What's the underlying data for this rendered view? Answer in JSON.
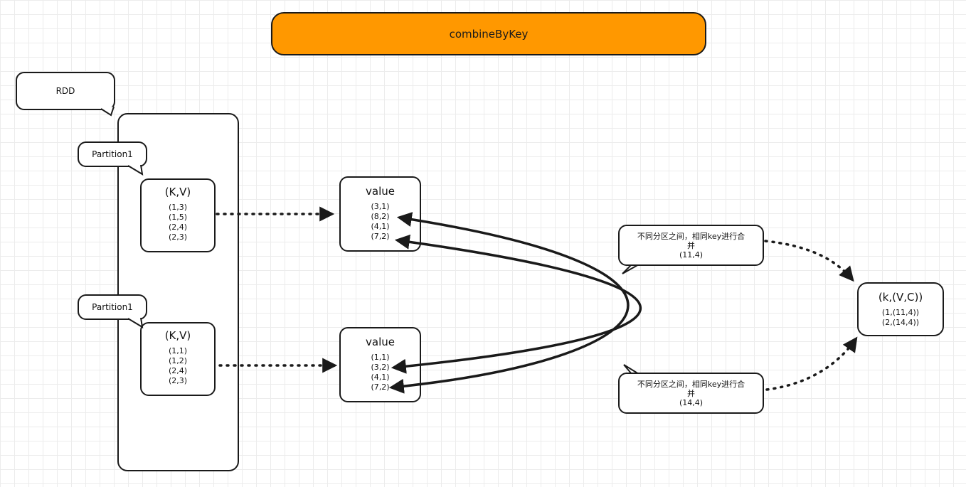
{
  "title": "combineByKey",
  "rdd_label": "RDD",
  "partitions": [
    {
      "label": "Partition1",
      "header": "(K,V)",
      "rows": [
        "(1,3)",
        "(1,5)",
        "(2,4)",
        "(2,3)"
      ]
    },
    {
      "label": "Partition1",
      "header": "(K,V)",
      "rows": [
        "(1,1)",
        "(1,2)",
        "(2,4)",
        "(2,3)"
      ]
    }
  ],
  "values": [
    {
      "header": "value",
      "rows": [
        "(3,1)",
        "(8,2)",
        "(4,1)",
        "(7,2)"
      ]
    },
    {
      "header": "value",
      "rows": [
        "(1,1)",
        "(3,2)",
        "(4,1)",
        "(7,2)"
      ]
    }
  ],
  "merges": [
    {
      "line1": "不同分区之间，相同key进行合",
      "line2": "并",
      "result": "(11,4)"
    },
    {
      "line1": "不同分区之间，相同key进行合",
      "line2": "并",
      "result": "(14,4)"
    }
  ],
  "result": {
    "header": "(k,(V,C))",
    "rows": [
      "(1,(11,4))",
      "(2,(14,4))"
    ]
  },
  "colors": {
    "title_fill": "#ff9800",
    "stroke": "#1a1a1a",
    "grid": "#ececec"
  }
}
